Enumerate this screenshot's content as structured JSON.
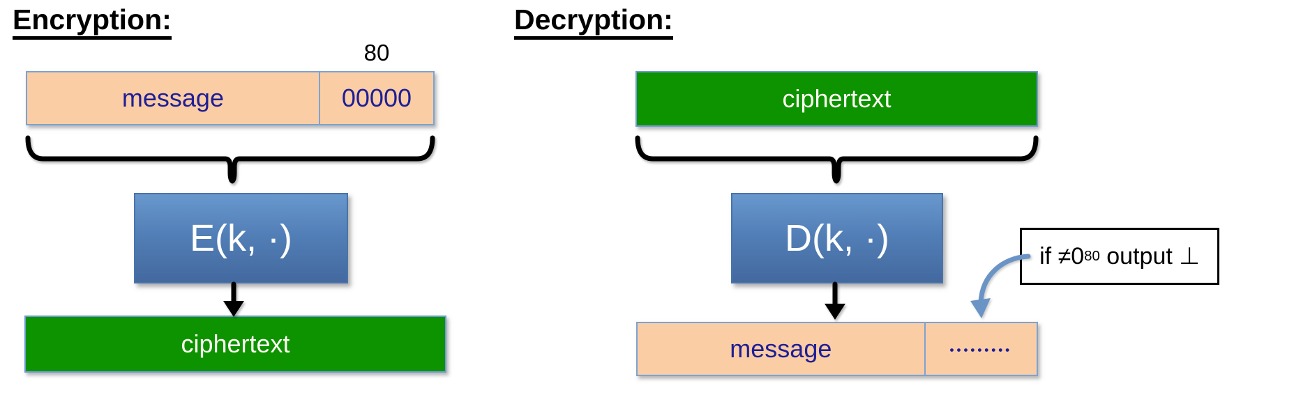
{
  "colors": {
    "peach_fill": "#fbcda4",
    "peach_border": "#7ba3d4",
    "green_fill": "#0d9300",
    "blue_box_top": "#6898cd",
    "blue_box_bottom": "#43699f",
    "navy_text": "#1e1e96",
    "curved_arrow_blue": "#6b94c6",
    "ink_black": "#000000"
  },
  "encryption": {
    "title": "Encryption:",
    "input_box": {
      "message_label": "message",
      "pad_label": "00000",
      "pad_bits": "80"
    },
    "function_label": "E(k, ·)",
    "output_label": "ciphertext"
  },
  "decryption": {
    "title": "Decryption:",
    "input_label": "ciphertext",
    "function_label": "D(k, ·)",
    "output_box": {
      "message_label": "message",
      "pad_dots": "•••••••••"
    },
    "check_note": {
      "prefix": "if ≠0",
      "superscript": "80",
      "suffix": " output ⊥"
    }
  }
}
